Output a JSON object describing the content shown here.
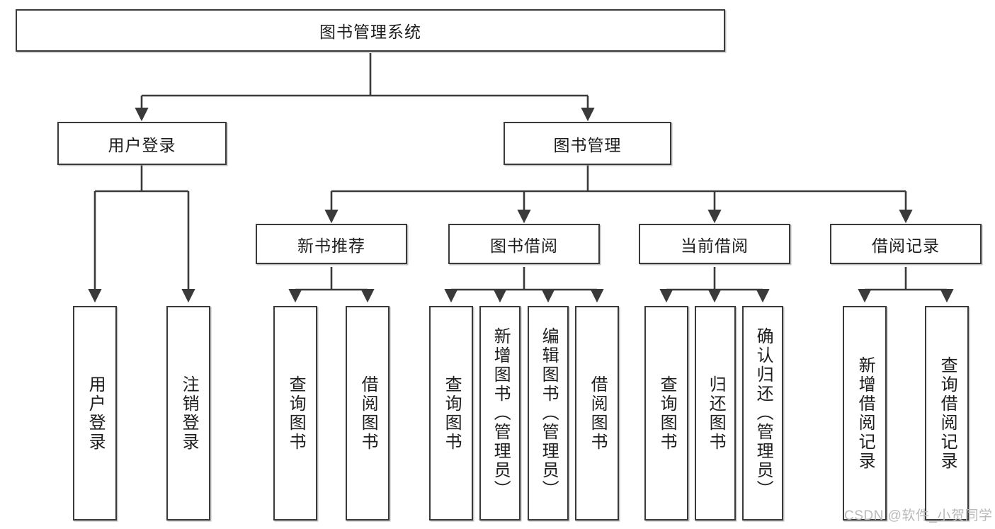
{
  "diagram": {
    "type": "tree",
    "title_node": {
      "label": "图书管理系统"
    },
    "level1": [
      {
        "label": "用户登录"
      },
      {
        "label": "图书管理"
      }
    ],
    "level2": [
      {
        "label": "新书推荐"
      },
      {
        "label": "图书借阅"
      },
      {
        "label": "当前借阅"
      },
      {
        "label": "借阅记录"
      }
    ],
    "leaves": [
      {
        "label": "用户登录"
      },
      {
        "label": "注销登录"
      },
      {
        "label": "查询图书"
      },
      {
        "label": "借阅图书"
      },
      {
        "label": "查询图书"
      },
      {
        "label": "新增图书（管理员）"
      },
      {
        "label": "编辑图书（管理员）"
      },
      {
        "label": "借阅图书"
      },
      {
        "label": "查询图书"
      },
      {
        "label": "归还图书"
      },
      {
        "label": "确认归还（管理员）"
      },
      {
        "label": "新增借阅记录"
      },
      {
        "label": "查询借阅记录"
      }
    ],
    "watermark": "CSDN @软件_小贺同学",
    "colors": {
      "box_border": "#3a3a3a",
      "box_fill": "#ffffff",
      "connector": "#3a3a3a",
      "text": "#1d1d1d",
      "watermark": "#b9b9b9",
      "background": "#ffffff"
    }
  }
}
